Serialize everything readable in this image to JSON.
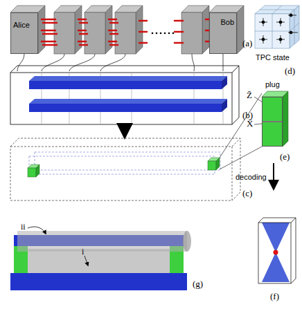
{
  "diagram": {
    "nodes": [
      {
        "text": [
          "Alice"
        ]
      },
      {
        "text": [
          "Bob"
        ]
      },
      {
        "text": [
          "plug"
        ]
      }
    ],
    "labels": [
      "(a)",
      "(d)",
      "TPC state",
      "(b)",
      "Z̄",
      "X̄",
      "(e)",
      "(c)",
      "decoding",
      "(f)",
      "ii",
      "i",
      "(g)"
    ]
  }
}
